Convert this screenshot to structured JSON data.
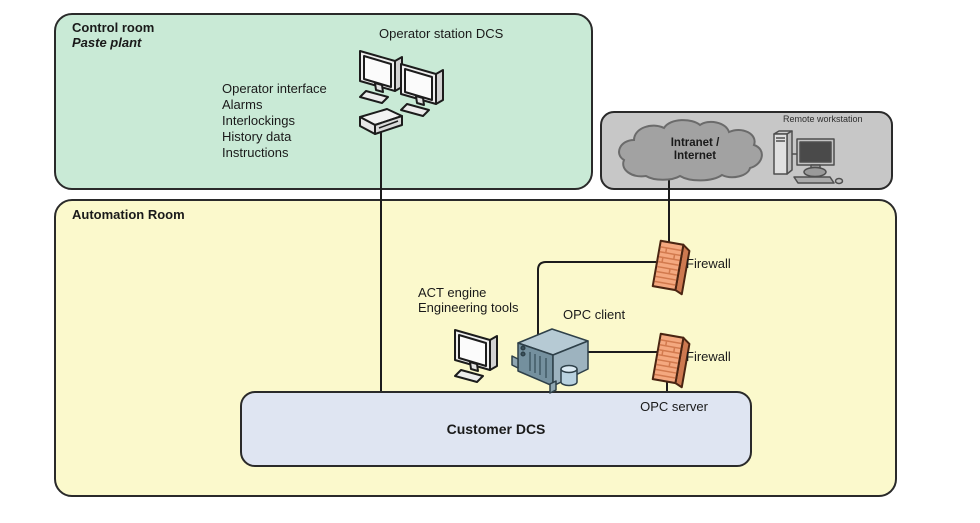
{
  "diagram": {
    "control_room": {
      "title": "Control room",
      "subtitle": "Paste plant",
      "functions": [
        "Operator interface",
        "Alarms",
        "Interlockings",
        "History data",
        "Instructions"
      ],
      "operator_station_label": "Operator station DCS"
    },
    "remote_zone": {
      "workstation_label": "Remote workstation",
      "cloud_label_line1": "Intranet /",
      "cloud_label_line2": "Internet"
    },
    "automation_room": {
      "title": "Automation Room",
      "act_engine_line1": "ACT engine",
      "act_engine_line2": "Engineering tools",
      "opc_client_label": "OPC client",
      "firewall_top_label": "Firewall",
      "firewall_bottom_label": "Firewall",
      "customer_dcs": {
        "opc_server_label": "OPC server",
        "title": "Customer DCS"
      }
    },
    "colors": {
      "control_room_fill": "#c9ead6",
      "automation_room_fill": "#fbf9cc",
      "remote_zone_fill": "#c7c7c7",
      "cloud_fill": "#a2a2a2",
      "customer_dcs_fill": "#dfe5f2",
      "firewall_fill": "#f4a87f",
      "connector": "#1c1c1c"
    }
  }
}
